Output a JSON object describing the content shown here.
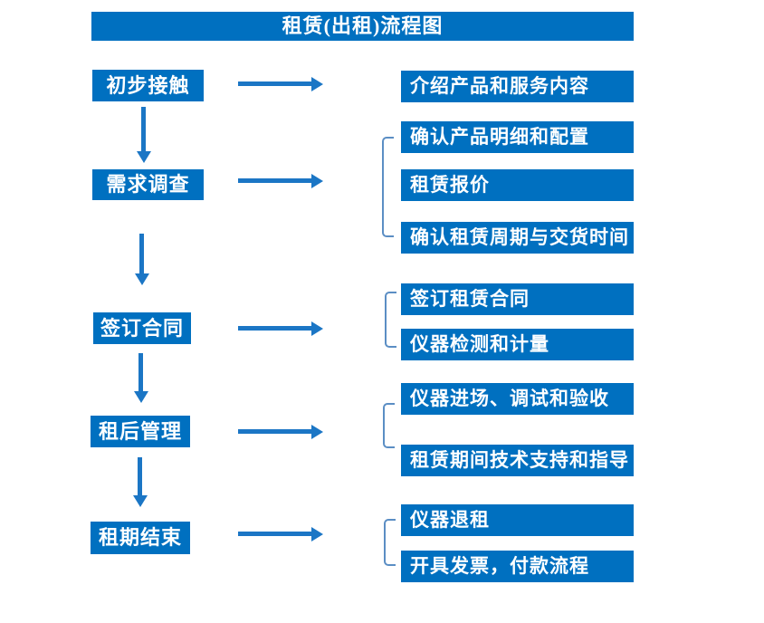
{
  "title": "租赁(出租)流程图",
  "colors": {
    "primary": "#0070c0",
    "arrow": "#1b76c5",
    "bracket": "#5b8ec4",
    "text": "#ffffff"
  },
  "steps": [
    {
      "label": "初步接触",
      "outputs": [
        "介绍产品和服务内容"
      ]
    },
    {
      "label": "需求调查",
      "outputs": [
        "确认产品明细和配置",
        "租赁报价",
        "确认租赁周期与交货时间"
      ]
    },
    {
      "label": "签订合同",
      "outputs": [
        "签订租赁合同",
        "仪器检测和计量"
      ]
    },
    {
      "label": "租后管理",
      "outputs": [
        "仪器进场、调试和验收",
        "租赁期间技术支持和指导"
      ]
    },
    {
      "label": "租期结束",
      "outputs": [
        "仪器退租",
        "开具发票，付款流程"
      ]
    }
  ]
}
